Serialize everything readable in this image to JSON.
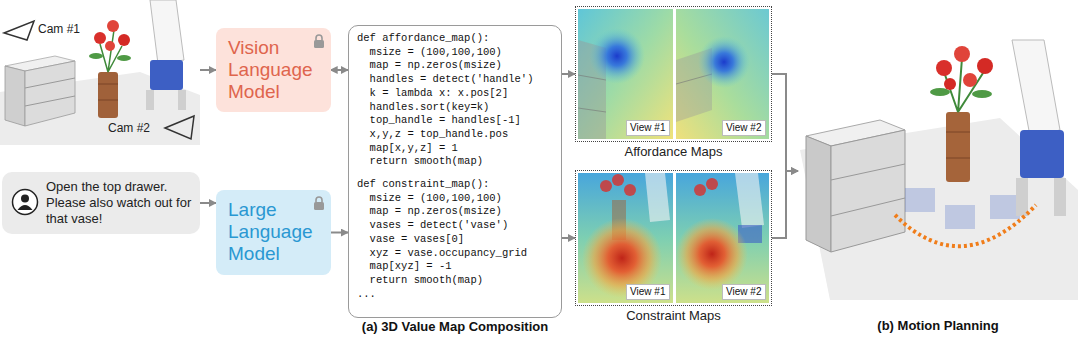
{
  "diagram": {
    "nodes": [
      {
        "text": [
          "Cam #1",
          "Cam #2"
        ]
      },
      {
        "text": [
          "Open the top drawer. Please also watch out for that vase!"
        ]
      },
      {
        "text": [
          "Vision Language Model"
        ]
      },
      {
        "text": [
          "Large Language Model"
        ]
      },
      {
        "text": [
          "def affordance_map():",
          "  msize = (100,100,100)",
          "  map = np.zeros(msize)",
          "  handles = detect('handle')",
          "  k = lambda x: x.pos[2]",
          "  handles.sort(key=k)",
          "  top_handle = handles[-1]",
          "  x,y,z = top_handle.pos",
          "  map[x,y,z] = 1",
          "  return smooth(map)",
          "def constraint_map():",
          "  msize = (100,100,100)",
          "  map = np.zeros(msize)",
          "  vases = detect('vase')",
          "  vase = vases[0]",
          "  xyz = vase.occupancy_grid",
          "  map[xyz] = -1",
          "  return smooth(map)",
          "..."
        ]
      },
      {
        "text": [
          "Affordance Maps"
        ]
      },
      {
        "text": [
          "View #1"
        ],
        "in": 5
      },
      {
        "text": [
          "View #2"
        ],
        "in": 5
      },
      {
        "text": [
          "Constraint Maps"
        ]
      },
      {
        "text": [
          "View #1"
        ],
        "in": 8
      },
      {
        "text": [
          "View #2"
        ],
        "in": 8
      },
      {
        "text": [
          "(b) Motion Planning"
        ]
      }
    ],
    "edges": [
      {
        "from": 0,
        "to": 2,
        "arrow": "to"
      },
      {
        "from": 2,
        "to": 4,
        "arrow": "both"
      },
      {
        "from": 1,
        "to": 3,
        "arrow": "to"
      },
      {
        "from": 3,
        "to": 4,
        "arrow": "to"
      },
      {
        "from": 4,
        "to": 5,
        "arrow": "to"
      },
      {
        "from": 4,
        "to": 8,
        "arrow": "to"
      },
      {
        "from": 5,
        "to": 11,
        "arrow": "to"
      },
      {
        "from": 8,
        "to": 11,
        "arrow": "to"
      }
    ],
    "labels": [
      "(a) 3D Value Map Composition"
    ]
  }
}
